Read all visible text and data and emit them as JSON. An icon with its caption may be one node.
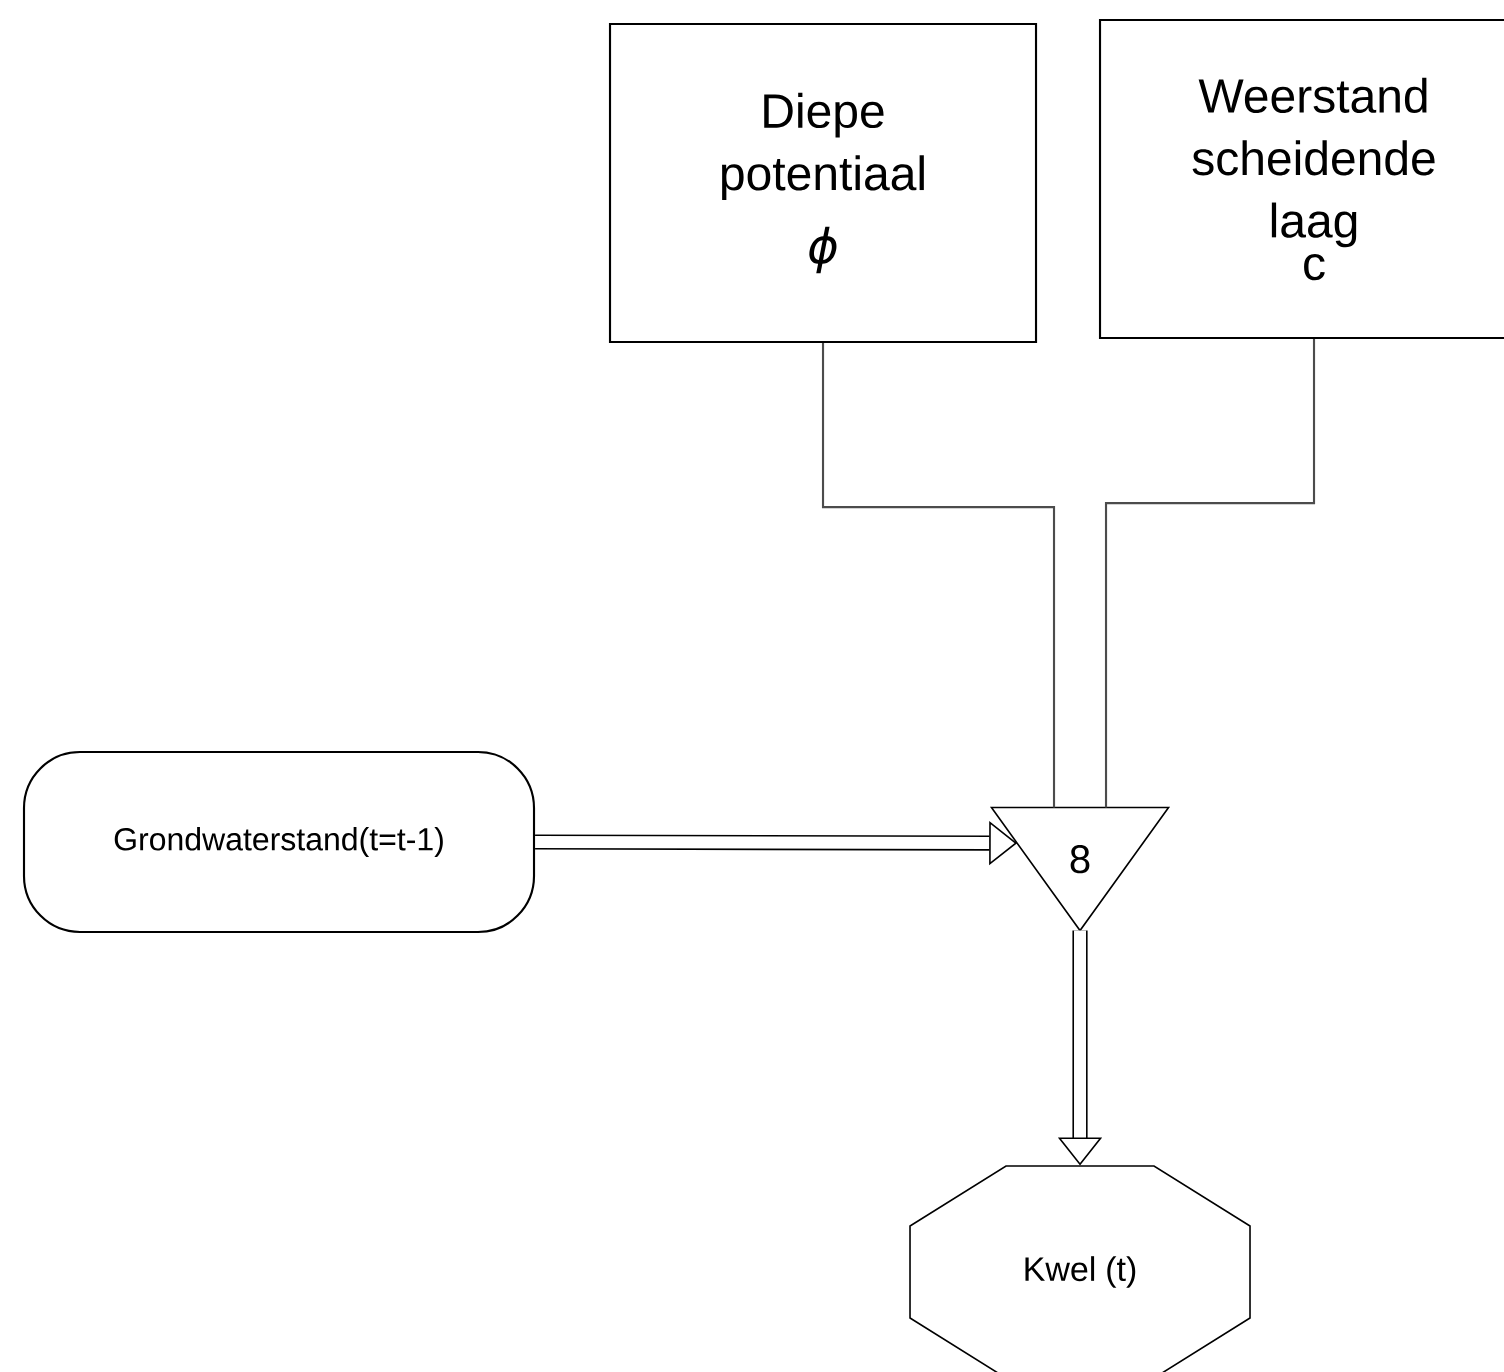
{
  "diagram": {
    "nodes": [
      {
        "text": [
          "Diepe potentiaal",
          "ϕ"
        ]
      },
      {
        "text": [
          "Weerstand scheidende laag",
          "c"
        ]
      },
      {
        "text": [
          "Grondwaterstand(t=t-1)"
        ]
      },
      {
        "text": [
          "8"
        ]
      },
      {
        "text": [
          "Kwel (t)"
        ]
      }
    ],
    "edges": [
      {
        "from": 0,
        "to": 3,
        "arrow": "none"
      },
      {
        "from": 1,
        "to": 3,
        "arrow": "none"
      },
      {
        "from": 2,
        "to": 3,
        "arrow": "to",
        "style": "thick"
      },
      {
        "from": 3,
        "to": 4,
        "arrow": "to",
        "style": "thick"
      }
    ]
  }
}
